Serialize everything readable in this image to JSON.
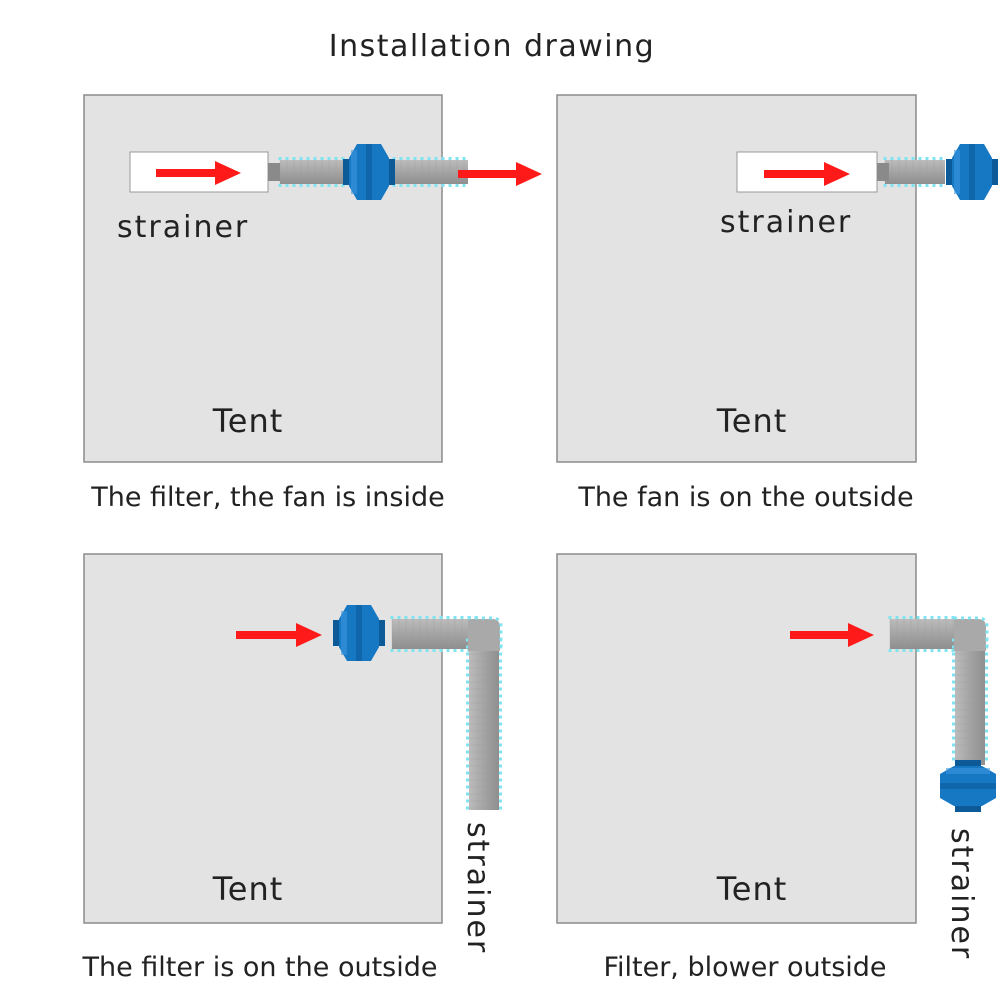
{
  "title": "Installation drawing",
  "panels": [
    {
      "tent_label": "Tent",
      "strainer_label": "strainer",
      "caption": "The filter, the fan is inside"
    },
    {
      "tent_label": "Tent",
      "strainer_label": "strainer",
      "caption": "The fan is on the outside"
    },
    {
      "tent_label": "Tent",
      "strainer_label": "strainer",
      "caption": "The filter is on the outside"
    },
    {
      "tent_label": "Tent",
      "strainer_label": "strainer",
      "caption": "Filter, blower outside"
    }
  ],
  "colors": {
    "tent_fill": "#e3e3e3",
    "tent_border": "#8c8c8c",
    "arrow": "#ff1a1a",
    "fan": "#1677c2",
    "fan_dark": "#0d5a99",
    "duct": "#a9a9a9",
    "duct_edge": "#7fe3f0",
    "filter_fill": "#ffffff"
  },
  "icons": [
    "red-arrow-icon",
    "inline-fan-icon",
    "flexible-duct-icon",
    "carbon-filter-icon"
  ]
}
